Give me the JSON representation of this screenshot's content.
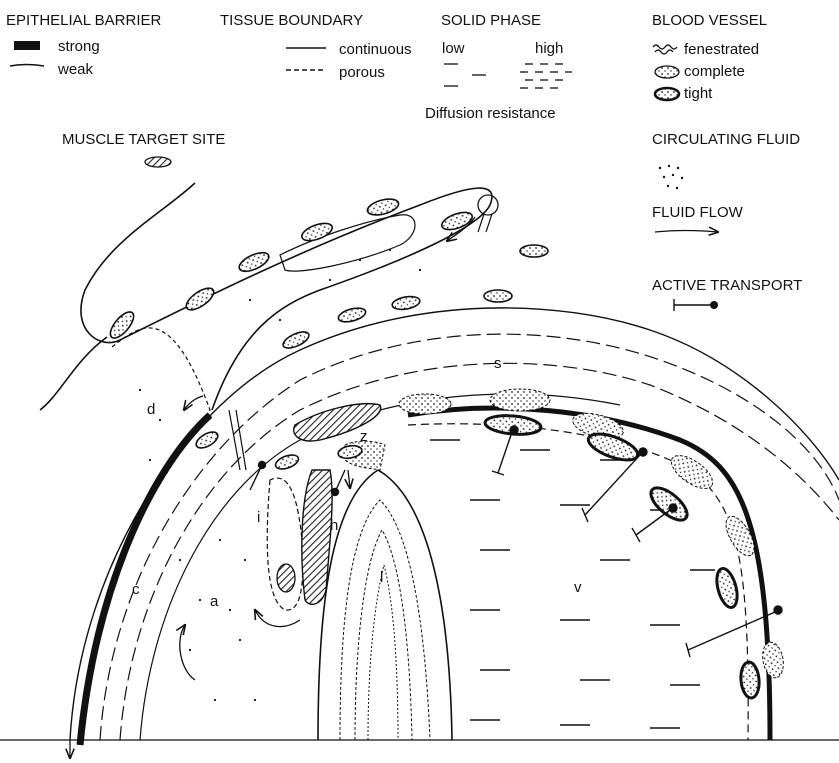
{
  "legend": {
    "epithelial_barrier": {
      "title": "EPITHELIAL BARRIER",
      "strong": "strong",
      "weak": "weak"
    },
    "tissue_boundary": {
      "title": "TISSUE BOUNDARY",
      "continuous": "continuous",
      "porous": "porous"
    },
    "solid_phase": {
      "title": "SOLID PHASE",
      "low": "low",
      "high": "high",
      "caption": "Diffusion resistance"
    },
    "blood_vessel": {
      "title": "BLOOD VESSEL",
      "fenestrated": "fenestrated",
      "complete": "complete",
      "tight": "tight"
    },
    "muscle_target_site": "MUSCLE TARGET SITE",
    "circulating_fluid": "CIRCULATING FLUID",
    "fluid_flow": "FLUID FLOW",
    "active_transport": "ACTIVE TRANSPORT"
  },
  "regions": {
    "s": "s",
    "d": "d",
    "z": "z",
    "i": "i",
    "h": "h",
    "c": "c",
    "a": "a",
    "l": "l",
    "v": "v"
  },
  "colors": {
    "ink": "#111111",
    "background": "#ffffff",
    "hatch": "#333333"
  }
}
